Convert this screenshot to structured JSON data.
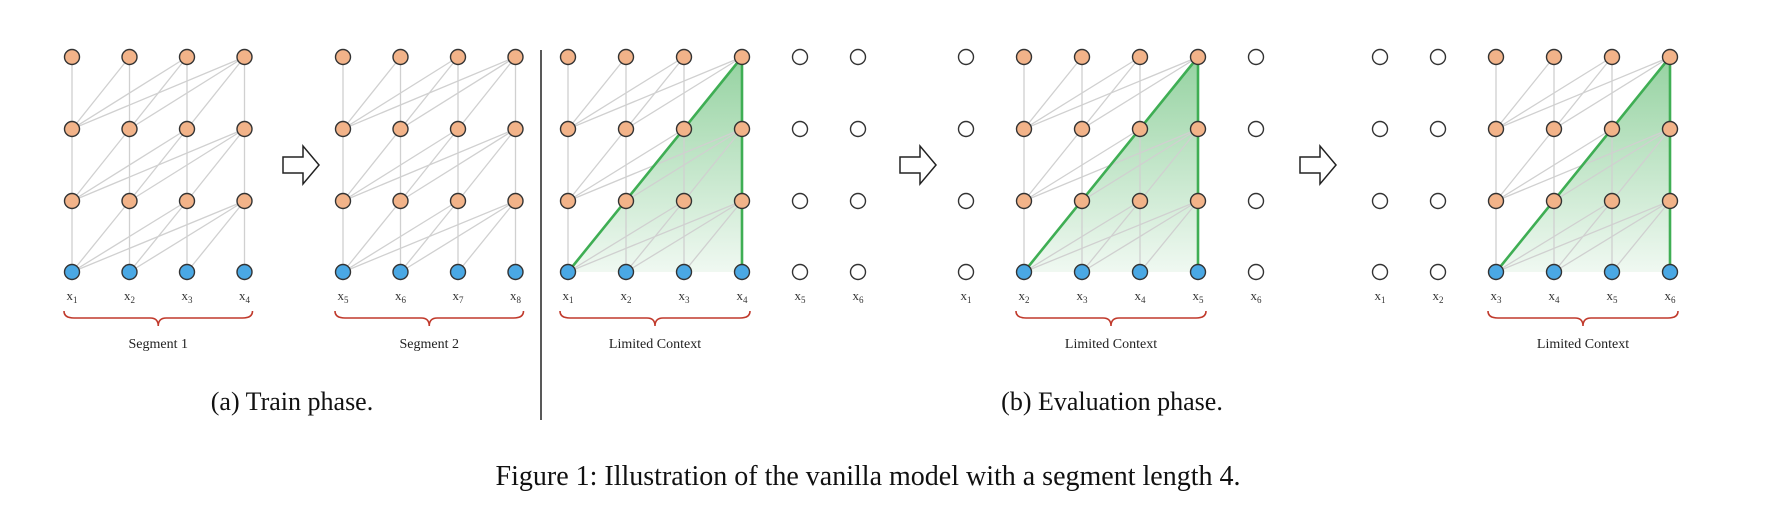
{
  "colors": {
    "hidden_node": "#f2b389",
    "input_node": "#4aa8e4",
    "empty_node": "#ffffff",
    "node_stroke": "#333333",
    "edge": "#d0d0d0",
    "context_line": "#3fae54",
    "context_fill": "#5fb870",
    "brace": "#c0392b",
    "divider": "#222222"
  },
  "panels": [
    {
      "tokens": [
        "x1",
        "x2",
        "x3",
        "x4"
      ],
      "filled": [
        true,
        true,
        true,
        true
      ],
      "context": false,
      "brace_label": "Segment 1"
    },
    {
      "tokens": [
        "x5",
        "x6",
        "x7",
        "x8"
      ],
      "filled": [
        true,
        true,
        true,
        true
      ],
      "context": false,
      "brace_label": "Segment 2"
    },
    {
      "tokens": [
        "x1",
        "x2",
        "x3",
        "x4",
        "x5",
        "x6"
      ],
      "filled": [
        true,
        true,
        true,
        true,
        false,
        false
      ],
      "context": true,
      "brace_label": "Limited Context"
    },
    {
      "tokens": [
        "x1",
        "x2",
        "x3",
        "x4",
        "x5",
        "x6"
      ],
      "filled": [
        false,
        true,
        true,
        true,
        true,
        false
      ],
      "context": true,
      "brace_label": "Limited Context"
    },
    {
      "tokens": [
        "x1",
        "x2",
        "x3",
        "x4",
        "x5",
        "x6"
      ],
      "filled": [
        false,
        false,
        true,
        true,
        true,
        true
      ],
      "context": true,
      "brace_label": "Limited Context"
    }
  ],
  "arrow_icon": "right-arrow-icon",
  "subcaption_a": "(a) Train phase.",
  "subcaption_b": "(b) Evaluation phase.",
  "caption": "Figure 1: Illustration of the vanilla model with a segment length 4."
}
